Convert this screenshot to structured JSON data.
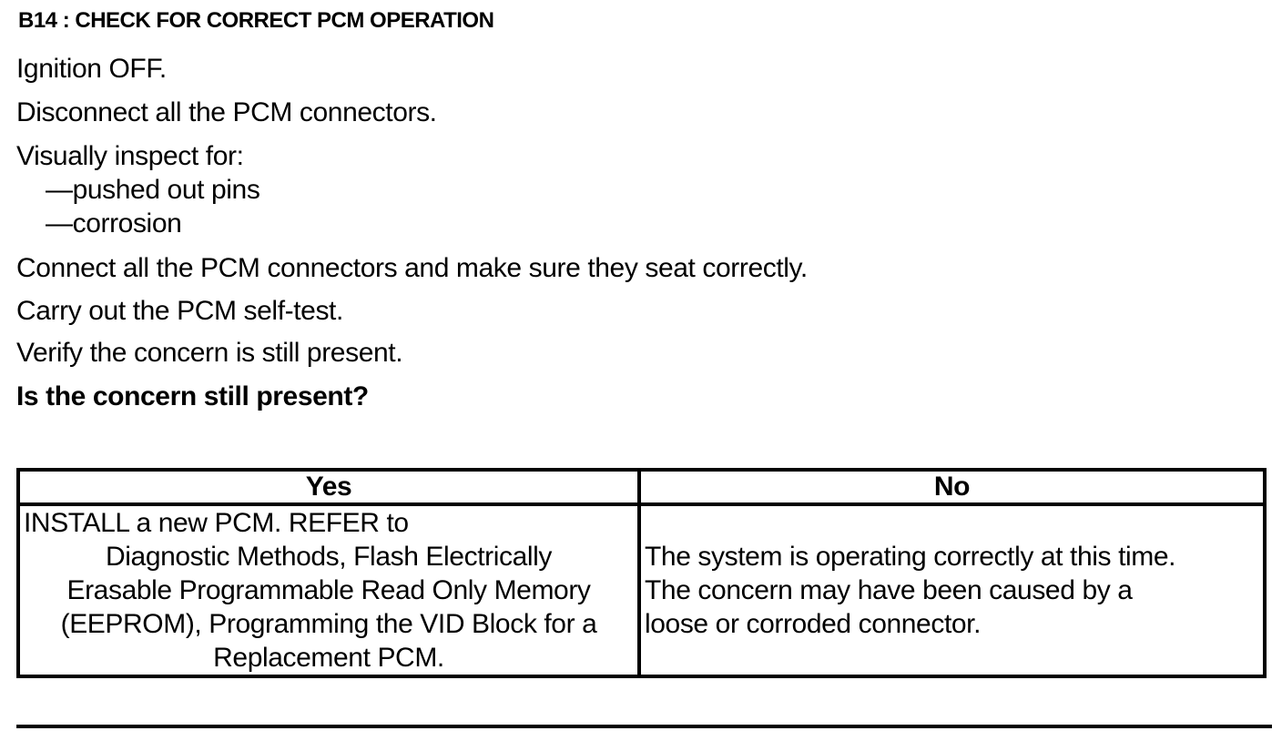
{
  "heading": "B14 : CHECK FOR CORRECT PCM OPERATION",
  "steps": [
    "Ignition OFF.",
    "Disconnect all the PCM connectors.",
    "Visually inspect for:"
  ],
  "inspect_items": [
    "—pushed out pins",
    "—corrosion"
  ],
  "steps_after": [
    "Connect all the PCM connectors and make sure they seat correctly.",
    "Carry out the PCM self-test.",
    "Verify the concern is still present."
  ],
  "question": "Is the concern still present?",
  "table": {
    "headers": [
      "Yes",
      "No"
    ],
    "yes_lines": [
      "INSTALL a new PCM. REFER to",
      "Diagnostic Methods, Flash Electrically",
      "Erasable Programmable Read Only Memory",
      "(EEPROM), Programming the VID Block for a",
      "Replacement PCM."
    ],
    "no_lines": [
      "The system is operating correctly at this time.",
      "The concern may have been caused by a",
      "loose or corroded connector."
    ]
  }
}
